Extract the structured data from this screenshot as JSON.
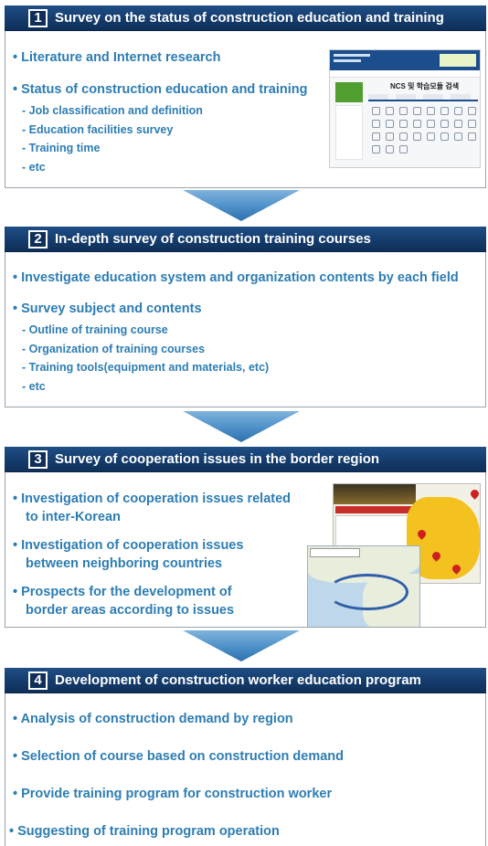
{
  "sections": [
    {
      "number": "1",
      "title": "Survey on the status of construction education and training",
      "bullets": [
        "• Literature and Internet research",
        "• Status of construction education and training"
      ],
      "subitems": [
        "- Job classification and definition",
        "- Education facilities survey",
        "- Training time",
        "- etc"
      ],
      "image": {
        "icon": "ncs-website-screenshot",
        "title_text": "NCS 및 학습모듈 검색"
      }
    },
    {
      "number": "2",
      "title": "In-depth survey of construction training courses",
      "bullets": [
        "• Investigate education system and organization contents by each field",
        "• Survey subject and contents"
      ],
      "subitems": [
        "- Outline of training course",
        "- Organization of training courses",
        "- Training tools(equipment and materials, etc)",
        "- etc"
      ]
    },
    {
      "number": "3",
      "title": "Survey of cooperation issues in the border region",
      "bullets": [
        "• Investigation of cooperation issues related",
        "to inter-Korean",
        "• Investigation of cooperation issues",
        "between neighboring countries",
        "• Prospects for the development of",
        "border areas according to issues"
      ],
      "image": {
        "icon": "border-region-maps"
      }
    },
    {
      "number": "4",
      "title": "Development of construction worker education program",
      "bullets": [
        "• Analysis of construction demand by region",
        "• Selection of course based on construction demand",
        "• Provide training program for construction worker",
        "• Suggesting of training program operation"
      ]
    }
  ],
  "colors": {
    "header": "#153c6c",
    "text": "#2d7db3",
    "arrow": "#4c8fc8"
  }
}
